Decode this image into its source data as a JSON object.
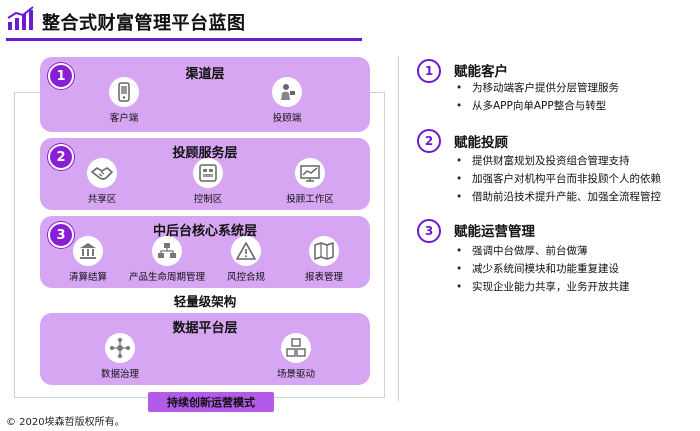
{
  "header": {
    "title": "整合式财富管理平台蓝图"
  },
  "diagram": {
    "layers": [
      {
        "id": "channel",
        "number": "1",
        "title": "渠道层",
        "items": [
          {
            "label": "客户端",
            "icon": "mobile-phone-icon"
          },
          {
            "label": "投顾端",
            "icon": "advisor-person-icon"
          }
        ]
      },
      {
        "id": "advisory",
        "number": "2",
        "title": "投顾服务层",
        "items": [
          {
            "label": "共享区",
            "icon": "handshake-icon"
          },
          {
            "label": "控制区",
            "icon": "control-panel-icon"
          },
          {
            "label": "投顾工作区",
            "icon": "workspace-chart-icon"
          }
        ]
      },
      {
        "id": "core",
        "number": "3",
        "title": "中后台核心系统层",
        "items": [
          {
            "label": "清算结算",
            "icon": "bank-building-icon"
          },
          {
            "label": "产品生命周期管理",
            "icon": "lifecycle-icon"
          },
          {
            "label": "风控合规",
            "icon": "warning-icon"
          },
          {
            "label": "报表管理",
            "icon": "report-map-icon"
          }
        ]
      },
      {
        "id": "data",
        "number": "",
        "title": "数据平台层",
        "items": [
          {
            "label": "数据治理",
            "icon": "network-nodes-icon"
          },
          {
            "label": "场景驱动",
            "icon": "cubes-icon"
          }
        ]
      }
    ],
    "light_architecture": "轻量级架构",
    "ops_model": "持续创新运营模式"
  },
  "sections": [
    {
      "number": "1",
      "title": "赋能客户",
      "bullets": [
        "为移动端客户提供分层管理服务",
        "从多APP向单APP整合与转型"
      ]
    },
    {
      "number": "2",
      "title": "赋能投顾",
      "bullets": [
        "提供财富规划及投资组合管理支持",
        "加强客户对机构平台而非投顾个人的依赖",
        "借助前沿技术提升产能、加强全流程管控"
      ]
    },
    {
      "number": "3",
      "title": "赋能运营管理",
      "bullets": [
        "强调中台做厚、前台做薄",
        "减少系统间模块和功能重复建设",
        "实现企业能力共享，业务开放共建"
      ]
    }
  ],
  "footer": {
    "copyright": "© 2020埃森哲版权所有。"
  },
  "colors": {
    "accent": "#6a1bd1",
    "layer_fill": "#d7a6f3",
    "badge": "#8a1ed6",
    "ops_bar": "#b25be8"
  }
}
